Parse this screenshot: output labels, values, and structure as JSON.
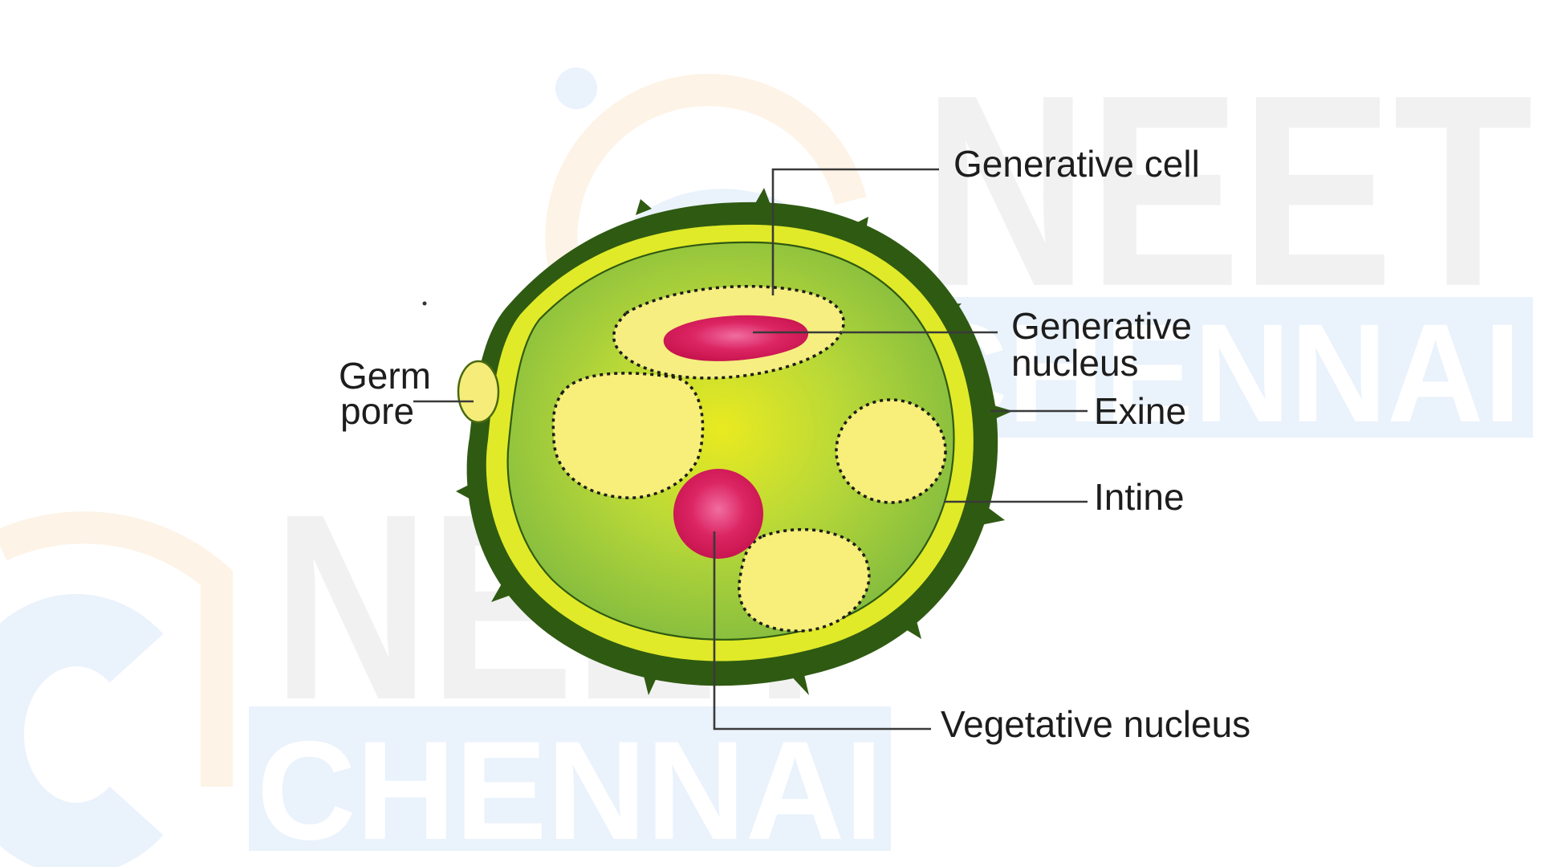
{
  "diagram": {
    "labels": {
      "generative_cell": "Generative cell",
      "generative_nucleus_line1": "Generative",
      "generative_nucleus_line2": "nucleus",
      "germ_pore_line1": "Germ",
      "germ_pore_line2": "pore",
      "exine": "Exine",
      "intine": "Intine",
      "vegetative_nucleus": "Vegetative nucleus"
    },
    "colors": {
      "exine": "#2f5a12",
      "intine": "#e0ea28",
      "cytoplasm": "#8fc640",
      "vacuole": "#f8ef7a",
      "nucleus": "#d81c58",
      "germ_pore": "#f6ec7a"
    }
  },
  "watermark": {
    "word1": "NEET",
    "word2": "CHENNAI",
    "colors": {
      "gray": "#f1f1f1",
      "blue": "#eaf2fc",
      "orange": "#fdf3e6"
    }
  }
}
